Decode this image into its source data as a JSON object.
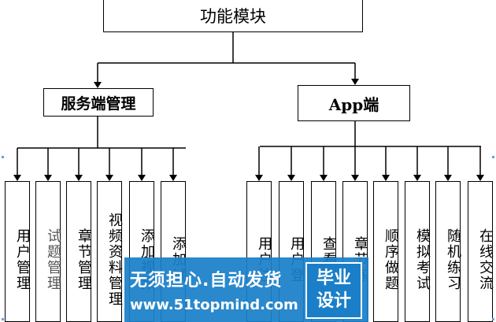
{
  "root": {
    "label": "功能模块"
  },
  "branches": [
    {
      "label": "服务端管理"
    },
    {
      "label": "App端"
    }
  ],
  "left_leaves": [
    {
      "label": "用户管理"
    },
    {
      "label": "试题管理"
    },
    {
      "label": "章节管理"
    },
    {
      "label": "视频资料管理"
    },
    {
      "label": "添加视频"
    },
    {
      "label": "添加试"
    }
  ],
  "right_leaves": [
    {
      "label": "用户注"
    },
    {
      "label": "用户登"
    },
    {
      "label": "查看视"
    },
    {
      "label": "章节练"
    },
    {
      "label": "顺序做题"
    },
    {
      "label": "模拟考试"
    },
    {
      "label": "随机练习"
    },
    {
      "label": "在线交流"
    }
  ],
  "watermark": {
    "line1": "无须担心.自动发货",
    "line2": "www.51topmind.com",
    "badge_top": "毕业",
    "badge_bottom": "设计"
  }
}
